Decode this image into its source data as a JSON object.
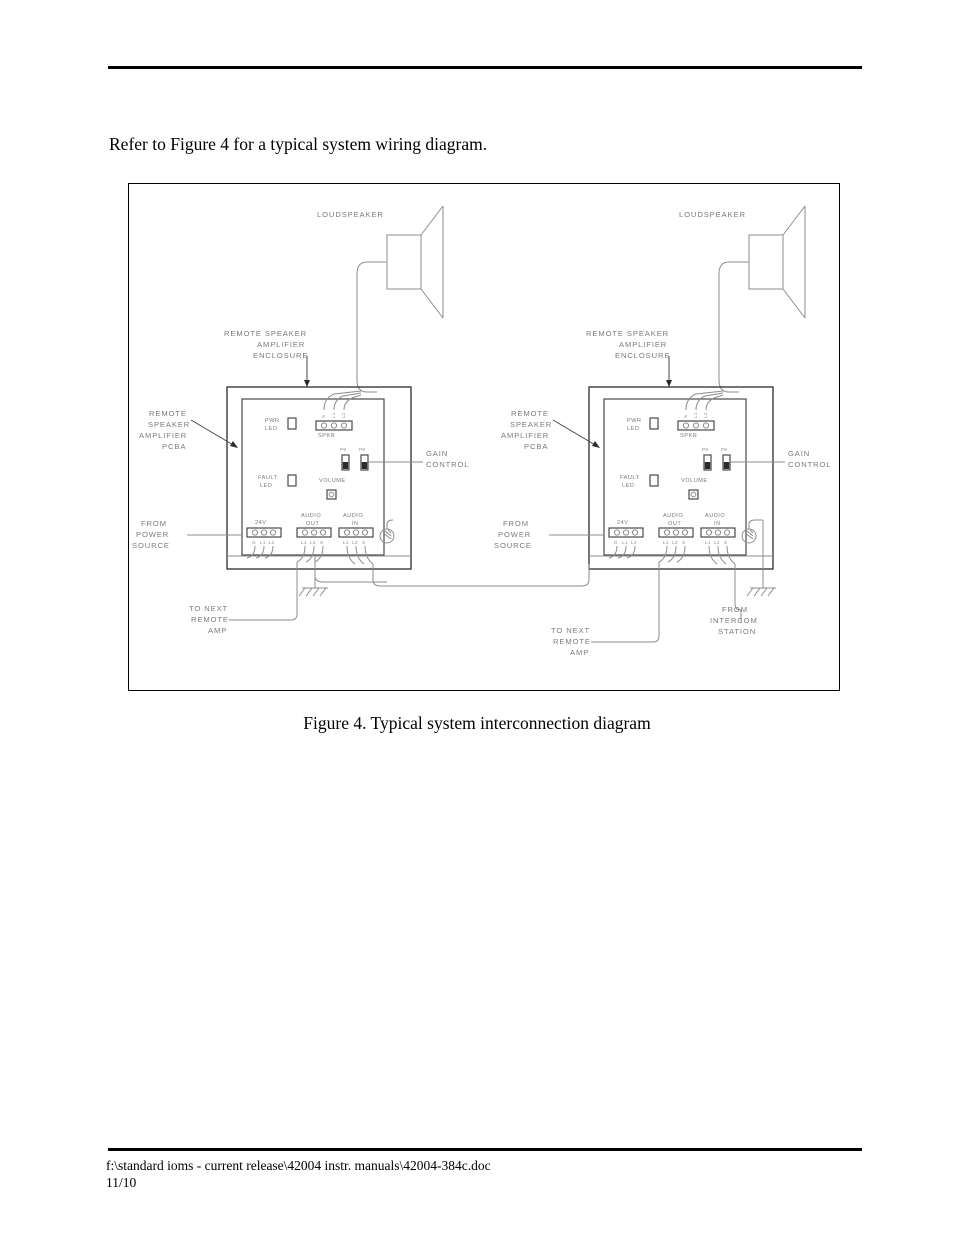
{
  "page": {
    "intro_text": "Refer to Figure 4 for a typical system wiring diagram.",
    "figure_caption": "Figure 4.  Typical system interconnection diagram"
  },
  "footer": {
    "path": "f:\\standard ioms - current release\\42004 instr. manuals\\42004-384c.doc",
    "date": "11/10"
  },
  "figure": {
    "modules": [
      {
        "id": "left",
        "loudspeaker_label": "LOUDSPEAKER",
        "enclosure_label_lines": [
          "REMOTE  SPEAKER",
          "AMPLIFIER",
          "ENCLOSURE"
        ],
        "pcba_label_lines": [
          "REMOTE",
          "SPEAKER",
          "AMPLIFIER",
          "PCBA"
        ],
        "gain_control_lines": [
          "GAIN",
          "CONTROL"
        ],
        "pwr_led_lines": [
          "PWR",
          "LED"
        ],
        "fault_led_lines": [
          "FAULT",
          "LED"
        ],
        "volume_label": "VOLUME",
        "spkr_block": {
          "label": "SPKR",
          "terminals": [
            "S",
            "L1",
            "L2"
          ]
        },
        "jumpers": [
          "P9",
          "P8"
        ],
        "terminal_blocks": [
          {
            "title_lines": [
              "24V"
            ],
            "terminals": [
              "G",
              "L1",
              "L2"
            ]
          },
          {
            "title_lines": [
              "AUDIO",
              "OUT"
            ],
            "terminals": [
              "L1",
              "L2",
              "S"
            ]
          },
          {
            "title_lines": [
              "AUDIO",
              "IN"
            ],
            "terminals": [
              "L1",
              "L2",
              "S"
            ]
          }
        ],
        "from_power_source_lines": [
          "FROM",
          "POWER",
          "SOURCE"
        ],
        "bottom_note_lines": [
          "TO  NEXT",
          "REMOTE",
          "AMP"
        ]
      },
      {
        "id": "right",
        "loudspeaker_label": "LOUDSPEAKER",
        "enclosure_label_lines": [
          "REMOTE  SPEAKER",
          "AMPLIFIER",
          "ENCLOSURE"
        ],
        "pcba_label_lines": [
          "REMOTE",
          "SPEAKER",
          "AMPLIFIER",
          "PCBA"
        ],
        "gain_control_lines": [
          "GAIN",
          "CONTROL"
        ],
        "pwr_led_lines": [
          "PWR",
          "LED"
        ],
        "fault_led_lines": [
          "FAULT",
          "LED"
        ],
        "volume_label": "VOLUME",
        "spkr_block": {
          "label": "SPKR",
          "terminals": [
            "S",
            "L1",
            "L2"
          ]
        },
        "jumpers": [
          "P9",
          "P8"
        ],
        "terminal_blocks": [
          {
            "title_lines": [
              "24V"
            ],
            "terminals": [
              "G",
              "L1",
              "L2"
            ]
          },
          {
            "title_lines": [
              "AUDIO",
              "OUT"
            ],
            "terminals": [
              "L1",
              "L2",
              "S"
            ]
          },
          {
            "title_lines": [
              "AUDIO",
              "IN"
            ],
            "terminals": [
              "L1",
              "L2",
              "S"
            ]
          }
        ],
        "from_power_source_lines": [
          "FROM",
          "POWER",
          "SOURCE"
        ],
        "bottom_note_lines": [
          "TO  NEXT",
          "REMOTE",
          "AMP"
        ],
        "from_intercom_lines": [
          "FROM",
          "INTERCOM",
          "STATION"
        ]
      }
    ]
  }
}
